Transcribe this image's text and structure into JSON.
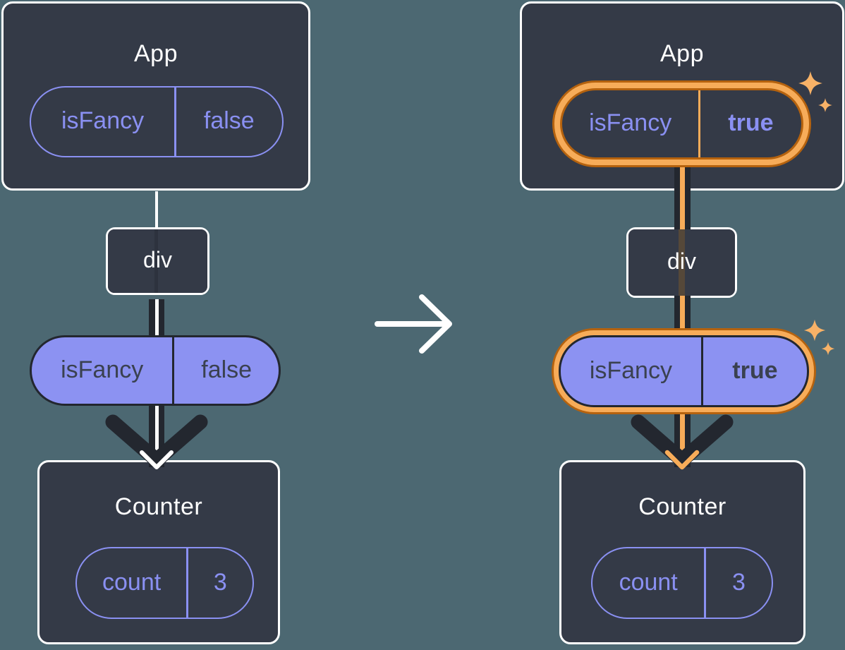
{
  "left": {
    "app_title": "App",
    "app_prop_name": "isFancy",
    "app_prop_value": "false",
    "div_label": "div",
    "prop_name": "isFancy",
    "prop_value": "false",
    "counter_title": "Counter",
    "state_name": "count",
    "state_value": "3"
  },
  "right": {
    "app_title": "App",
    "app_prop_name": "isFancy",
    "app_prop_value": "true",
    "div_label": "div",
    "prop_name": "isFancy",
    "prop_value": "true",
    "counter_title": "Counter",
    "state_name": "count",
    "state_value": "3"
  },
  "icons": {
    "transition": "arrow-right",
    "highlight": "sparkles"
  },
  "colors": {
    "background": "#4C6872",
    "panel": "#343A47",
    "panel_border": "#FFFFFF",
    "purple": "#8A90F2",
    "purple_fill": "#8C92F2",
    "dark_line": "#23272F",
    "dark_text": "#3A4150",
    "orange": "#F7AC59",
    "orange_dark": "#B5620E",
    "sparkle": "#F8B267",
    "white_line": "#FFFFFF"
  }
}
